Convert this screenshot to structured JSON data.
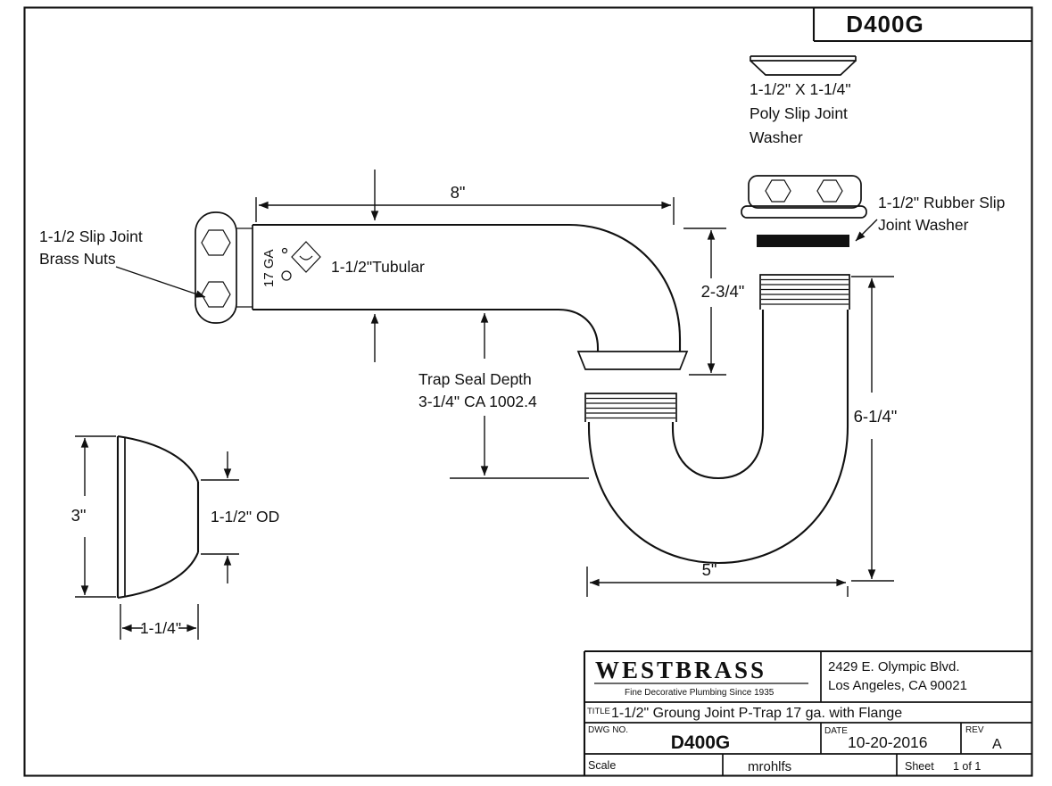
{
  "sheet": {
    "number_box": "D400G"
  },
  "callouts": {
    "poly_washer_l1": "1-1/2\" X 1-1/4\"",
    "poly_washer_l2": "Poly Slip Joint",
    "poly_washer_l3": "Washer",
    "rubber_washer_l1": "1-1/2\" Rubber Slip",
    "rubber_washer_l2": "Joint Washer",
    "brass_nuts_l1": "1-1/2 Slip Joint",
    "brass_nuts_l2": "Brass Nuts",
    "tubular": "1-1/2\"Tubular",
    "gauge": "17 GA",
    "trap_seal_l1": "Trap Seal Depth",
    "trap_seal_l2": "3-1/4\" CA 1002.4"
  },
  "dims": {
    "horizontal_run": "8\"",
    "outlet_drop": "2-3/4\"",
    "overall_height": "6-1/4\"",
    "trap_width": "5\"",
    "flange_diameter": "3\"",
    "flange_od": "1-1/2\" OD",
    "flange_depth": "1-1/4\""
  },
  "icons": {
    "stamp": "manufacturer-stamp-icon"
  },
  "title_block": {
    "company": "WESTBRASS",
    "tagline": "Fine Decorative Plumbing Since 1935",
    "address1": "2429 E. Olympic Blvd.",
    "address2": "Los Angeles, CA 90021",
    "title_label": "TITLE",
    "title": "1-1/2\" Groung Joint P-Trap 17 ga. with Flange",
    "dwg_label": "DWG NO.",
    "dwg_no": "D400G",
    "date_label": "DATE",
    "date": "10-20-2016",
    "rev_label": "REV",
    "rev": "A",
    "scale_label": "Scale",
    "drawn_by": "mrohlfs",
    "sheet_label": "Sheet",
    "sheet_value": "1  of  1"
  },
  "colors": {
    "ink": "#111111",
    "paper": "#ffffff"
  }
}
